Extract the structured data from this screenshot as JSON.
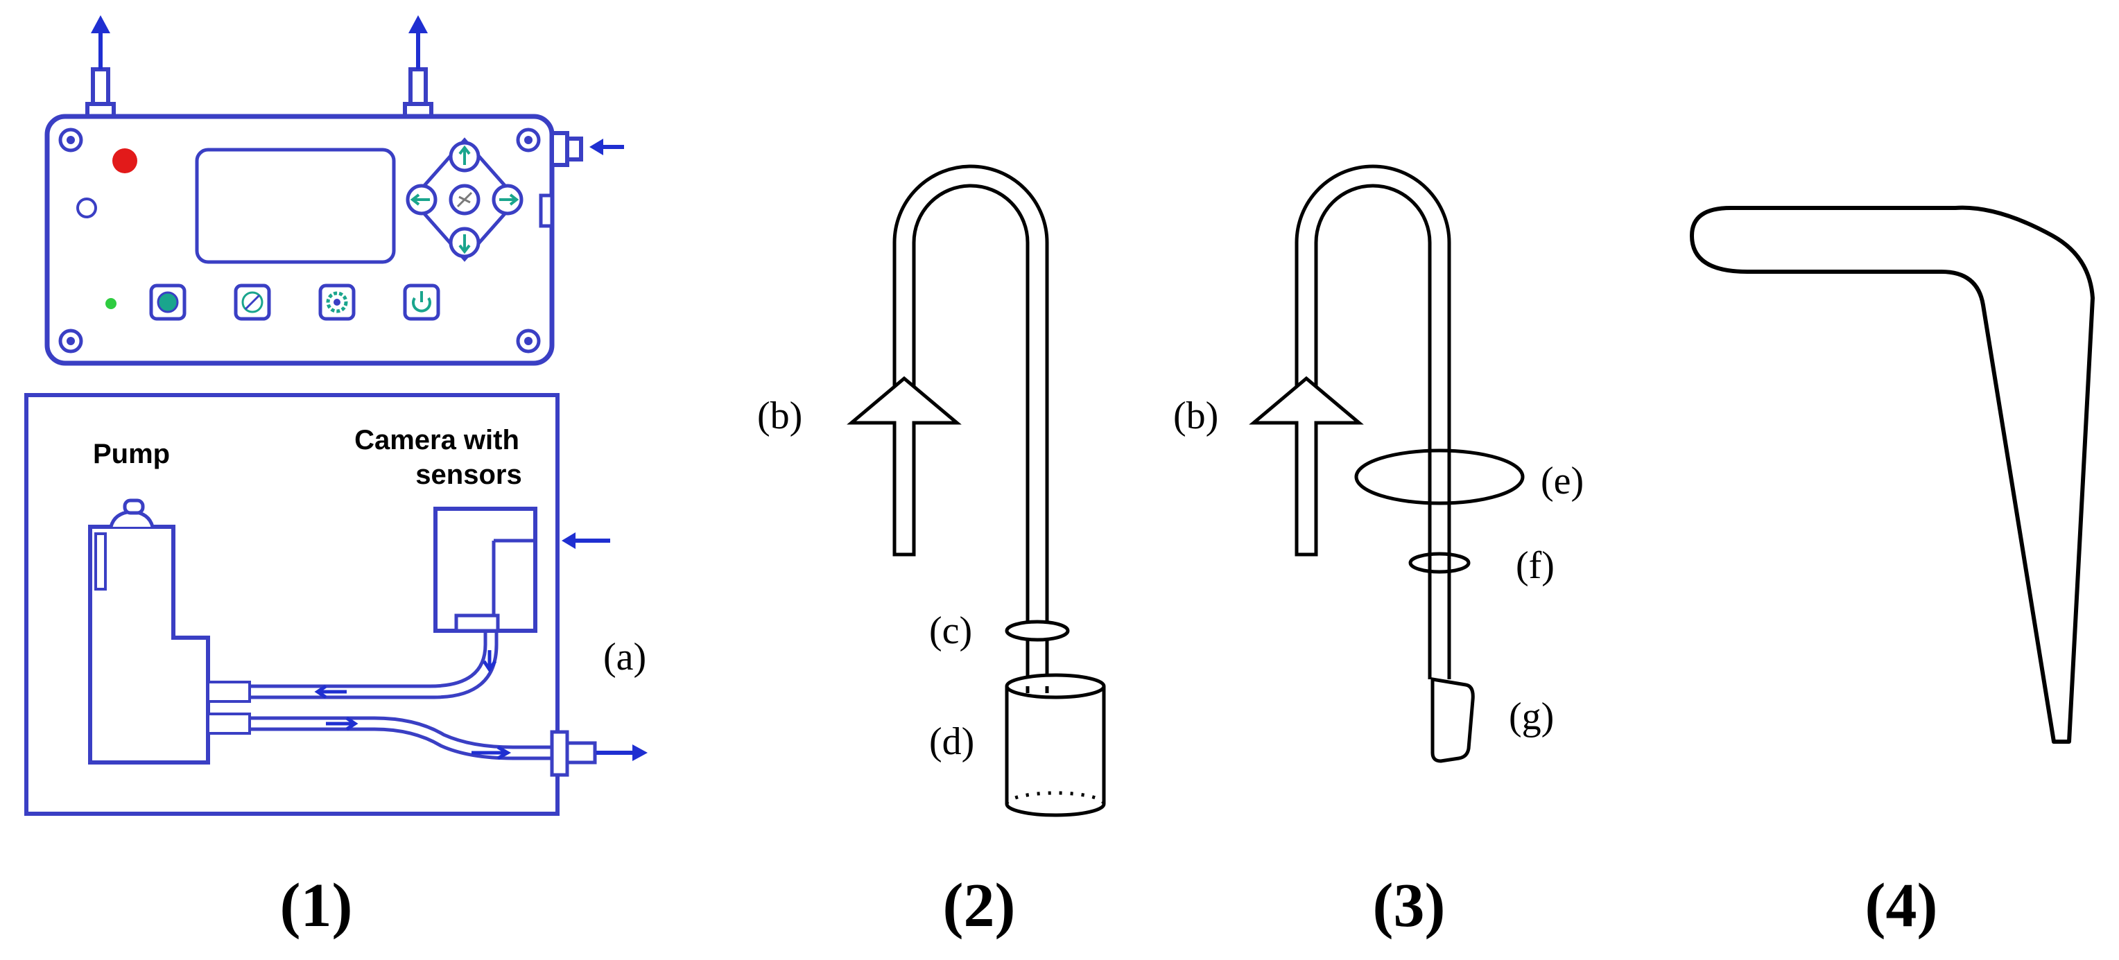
{
  "panel_labels": [
    "(1)",
    "(2)",
    "(3)",
    "(4)"
  ],
  "device": {
    "pump_label": "Pump",
    "camera_label_line1": "Camera with",
    "camera_label_line2": "sensors",
    "part_label": "(a)"
  },
  "tube_labels": {
    "b": "(b)",
    "c": "(c)",
    "d": "(d)",
    "e": "(e)",
    "f": "(f)",
    "g": "(g)"
  },
  "colors": {
    "device_outline": "#3a3fc4",
    "arrow_blue": "#1f2fd1",
    "indicator_red": "#e21a1a",
    "indicator_green": "#2ecc40",
    "button_teal": "#1aa58d",
    "line": "#000000"
  }
}
